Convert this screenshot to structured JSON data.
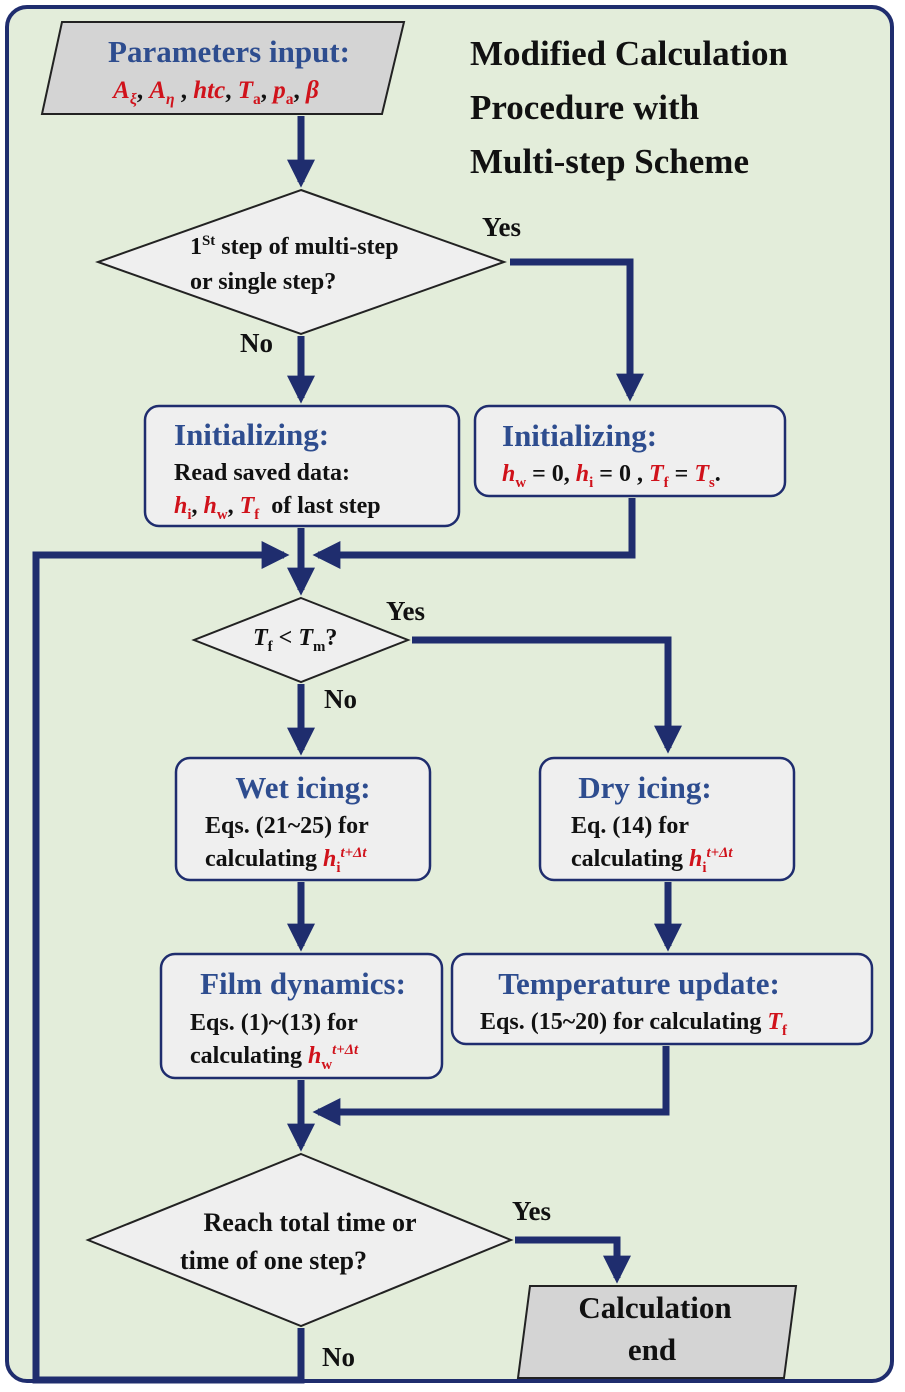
{
  "title": {
    "line1": "Modified Calculation",
    "line2": "Procedure with",
    "line3": "Multi-step Scheme"
  },
  "params_input": {
    "heading": "Parameters input:",
    "A": "A",
    "xi": "ξ",
    "eta": "η",
    "htc": "htc",
    "T": "T",
    "a": "a",
    "p": "p",
    "beta": "β"
  },
  "decision_first_step": {
    "pre": "1",
    "sup": "St",
    "line1_rest": " step of multi-step",
    "line2": "or single step?",
    "yes": "Yes",
    "no": "No"
  },
  "init_left": {
    "heading": "Initializing:",
    "line1": "Read saved data:",
    "h": "h",
    "i": "i",
    "w": "w",
    "T": "T",
    "f": "f",
    "tail": "of last step"
  },
  "init_right": {
    "heading": "Initializing:",
    "h": "h",
    "w": "w",
    "i": "i",
    "eq0a": " = 0, ",
    "eq0b": " = 0 , ",
    "T": "T",
    "f": "f",
    "eqs": " = ",
    "s": "s",
    "dot": "."
  },
  "decision_temp": {
    "T": "T",
    "f": "f",
    "lt": " < ",
    "m": "m",
    "q": "?",
    "yes": "Yes",
    "no": "No"
  },
  "wet_icing": {
    "heading": "Wet icing:",
    "line1": "Eqs. (21~25) for",
    "line2": "calculating ",
    "h": "h",
    "i": "i",
    "sup": "t+Δt"
  },
  "dry_icing": {
    "heading": "Dry icing:",
    "line1": "Eq. (14) for",
    "line2": "calculating ",
    "h": "h",
    "i": "i",
    "sup": "t+Δt"
  },
  "film_dynamics": {
    "heading": "Film dynamics:",
    "line1": "Eqs. (1)~(13) for",
    "line2": "calculating ",
    "h": "h",
    "w": "w",
    "sup": "t+Δt"
  },
  "temperature_update": {
    "heading": "Temperature update:",
    "line1": "Eqs. (15~20) for calculating ",
    "T": "T",
    "f": "f"
  },
  "decision_end": {
    "line1": "Reach total time or",
    "line2": "time of one step?",
    "yes": "Yes",
    "no": "No"
  },
  "calc_end": {
    "line1": "Calculation",
    "line2": "end"
  },
  "colors": {
    "frame_border": "#1f2d6e",
    "background": "#e3edda",
    "box_fill": "#efefef",
    "parallelogram_fill": "#d4d4d4",
    "arrow": "#1f2d6e",
    "heading_blue": "#2e4d8f",
    "symbol_red": "#d0121b"
  }
}
